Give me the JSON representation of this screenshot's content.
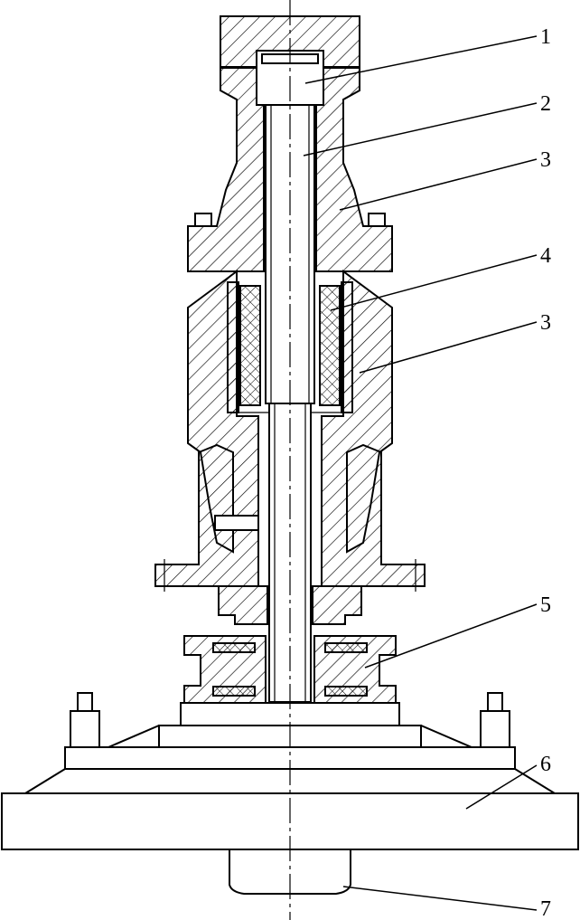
{
  "drawing": {
    "callouts": [
      {
        "id": "c1",
        "label": "1"
      },
      {
        "id": "c2",
        "label": "2"
      },
      {
        "id": "c3a",
        "label": "3"
      },
      {
        "id": "c4",
        "label": "4"
      },
      {
        "id": "c3b",
        "label": "3"
      },
      {
        "id": "c5",
        "label": "5"
      },
      {
        "id": "c6",
        "label": "6"
      },
      {
        "id": "c7",
        "label": "7"
      }
    ]
  }
}
